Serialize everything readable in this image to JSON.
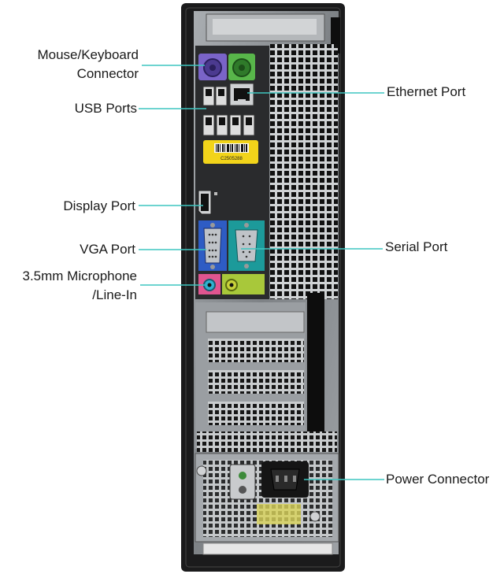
{
  "callouts": {
    "mouse_keyboard_line1": "Mouse/Keyboard",
    "mouse_keyboard_line2": "Connector",
    "usb_ports": "USB Ports",
    "display_port": "Display Port",
    "vga_port": "VGA Port",
    "microphone_line1": "3.5mm  Microphone",
    "microphone_line2": "/Line-In",
    "ethernet_port": "Ethernet Port",
    "serial_port": "Serial Port",
    "power_connector": "Power Connector"
  },
  "sticker": {
    "code": "C2505288"
  },
  "colors": {
    "chassis": "#1b1b1c",
    "panel": "#8b8f93",
    "io_shield": "#2a2b2d",
    "leader_line": "#3ec6c0",
    "ps2_mouse": "#7a64c8",
    "ps2_keyboard": "#58b64a",
    "vga_port": "#2e5cc4",
    "serial_port": "#1c9a9a",
    "audio_mic": "#e05590",
    "audio_line": "#a8c83a",
    "label_yellow": "#f2d41a"
  }
}
